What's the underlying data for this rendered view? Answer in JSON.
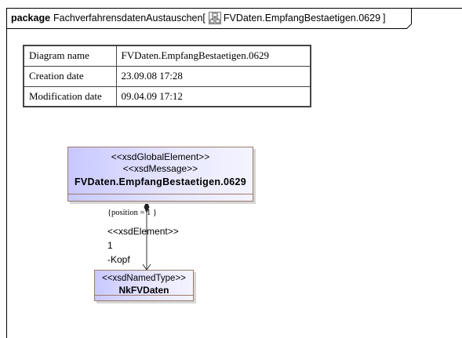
{
  "header": {
    "keyword": "package",
    "package_name": "FachverfahrensdatenAustauschen[",
    "icon": "diagram-icon",
    "diagram_name": "FVDaten.EmpfangBestaetigen.0629",
    "closing": "]"
  },
  "info_table": {
    "rows": [
      {
        "key": "Diagram name",
        "value": "FVDaten.EmpfangBestaetigen.0629"
      },
      {
        "key": "Creation date",
        "value": "23.09.08 17:28"
      },
      {
        "key": "Modification date",
        "value": "09.04.09 17:12"
      }
    ]
  },
  "elements": {
    "message": {
      "stereotype1": "<<xsdGlobalElement>>",
      "stereotype2": "<<xsdMessage>>",
      "name": "FVDaten.EmpfangBestaetigen.0629"
    },
    "type": {
      "stereotype": "<<xsdNamedType>>",
      "name": "NkFVDaten"
    }
  },
  "association": {
    "constraint": "{position = 1   }",
    "stereotype": "<<xsdElement>>",
    "multiplicity": "1",
    "role": "-Kopf"
  },
  "colors": {
    "class_fill": "#c8c8ff",
    "class_border": "#9b7b6b",
    "table_border": "#444444"
  }
}
